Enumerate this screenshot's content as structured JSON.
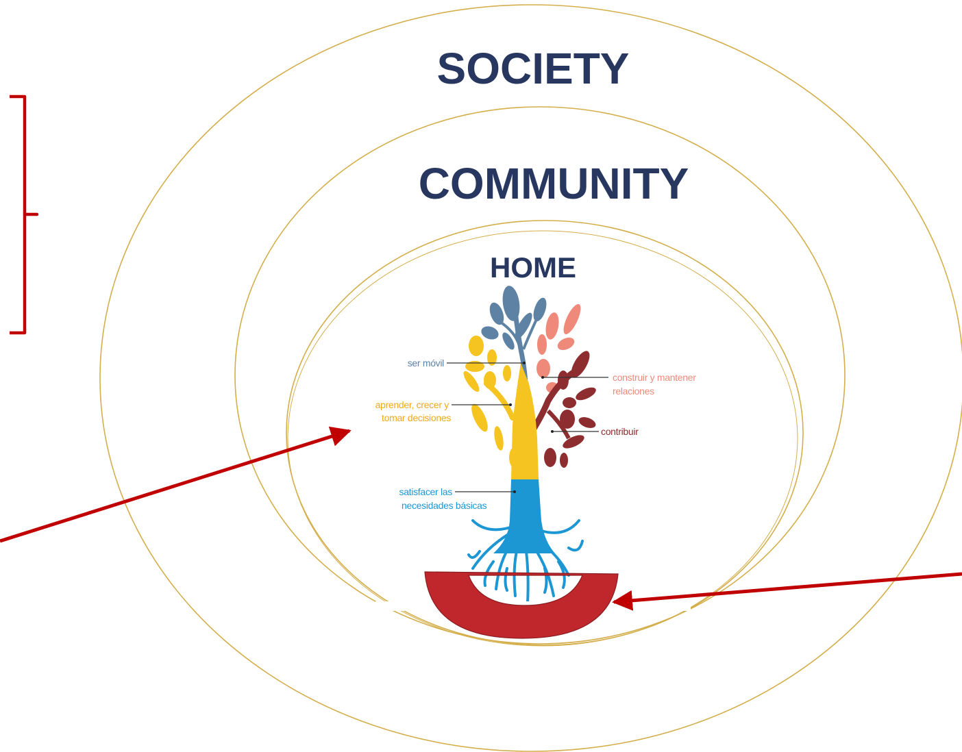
{
  "rings": {
    "outer_label": "SOCIETY",
    "middle_label": "COMMUNITY",
    "inner_label": "HOME",
    "ring_color": "#d4ae4a",
    "label_color": "#27375f"
  },
  "tree": {
    "labels": {
      "ser_movil": "ser móvil",
      "construir_1": "construir y mantener",
      "construir_2": "relaciones",
      "aprender_1": "aprender, crecer y",
      "aprender_2": "tomar decisiones",
      "contribuir": "contribuir",
      "satisfacer_1": "satisfacer las",
      "satisfacer_2": "necesidades básicas"
    },
    "colors": {
      "blue_gray": "#5d82a4",
      "salmon": "#ef8a7b",
      "yellow": "#f6c420",
      "maroon": "#8e2d2f",
      "cyan": "#1d97d4",
      "base_red": "#c0272d"
    }
  },
  "annotations": {
    "bracket_color": "#c00000",
    "arrow_color": "#c00000"
  }
}
